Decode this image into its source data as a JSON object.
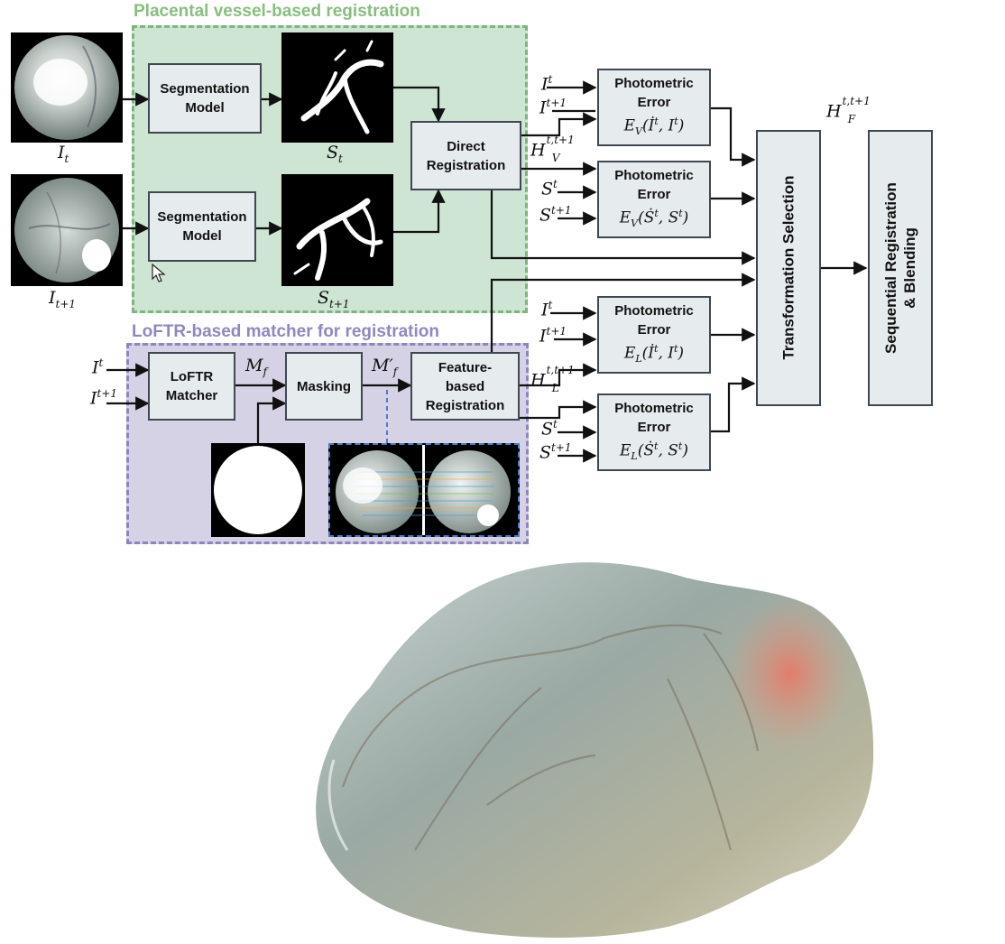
{
  "colors": {
    "vessel_region_fill": "#cde5d2",
    "vessel_region_border": "#7fb37f",
    "vessel_title": "#86bf7e",
    "loftr_region_fill": "#d4d2e4",
    "loftr_region_border": "#8d85bd",
    "loftr_title": "#8f87c2",
    "box_fill": "#e6ebee",
    "box_border": "#3f4750",
    "arrow": "#111111"
  },
  "regions": {
    "vessel": {
      "title": "Placental vessel-based registration"
    },
    "loftr": {
      "title": "LoFTR-based matcher for registration"
    }
  },
  "boxes": {
    "seg_model_top": {
      "line1": "Segmentation",
      "line2": "Model"
    },
    "seg_model_bottom": {
      "line1": "Segmentation",
      "line2": "Model"
    },
    "direct_registration": {
      "line1": "Direct",
      "line2": "Registration"
    },
    "loftr_matcher": {
      "line1": "LoFTR",
      "line2": "Matcher"
    },
    "masking": {
      "line1": "Masking"
    },
    "feature_registration": {
      "line1": "Feature-",
      "line2": "based",
      "line3": "Registration"
    },
    "photometric_1": {
      "line1": "Photometric",
      "line2": "Error",
      "formula": "E_V(İ^t, I^t)"
    },
    "photometric_2": {
      "line1": "Photometric",
      "line2": "Error",
      "formula": "E_V(Ṡ^t, S^t)"
    },
    "photometric_3": {
      "line1": "Photometric",
      "line2": "Error",
      "formula": "E_L(İ^t, I^t)"
    },
    "photometric_4": {
      "line1": "Photometric",
      "line2": "Error",
      "formula": "E_L(Ṡ^t, S^t)"
    },
    "transformation_selection": {
      "label": "Transformation Selection"
    },
    "sequential_blending": {
      "line1": "Sequential Registration",
      "line2": "& Blending"
    }
  },
  "labels": {
    "I_t": {
      "base": "I",
      "sub": "t"
    },
    "I_t1": {
      "base": "I",
      "sub": "t+1"
    },
    "S_t": {
      "base": "S",
      "sub": "t"
    },
    "S_t1": {
      "base": "S",
      "sub": "t+1"
    },
    "H_V": {
      "base": "H",
      "sup": "t,t+1",
      "sub": "V"
    },
    "H_L": {
      "base": "H",
      "sup": "t,t+1",
      "sub": "L"
    },
    "H_F": {
      "base": "H",
      "sup": "t,t+1",
      "sub": "F"
    },
    "M_f": {
      "base": "M",
      "sub": "f"
    },
    "M_f_prime": {
      "base": "M",
      "prime": "′",
      "sub": "f"
    },
    "inputs": {
      "It": {
        "base": "I",
        "sup": "t"
      },
      "It1": {
        "base": "I",
        "sup": "t+1"
      },
      "St": {
        "base": "S",
        "sup": "t"
      },
      "St1": {
        "base": "S",
        "sup": "t+1"
      }
    }
  }
}
